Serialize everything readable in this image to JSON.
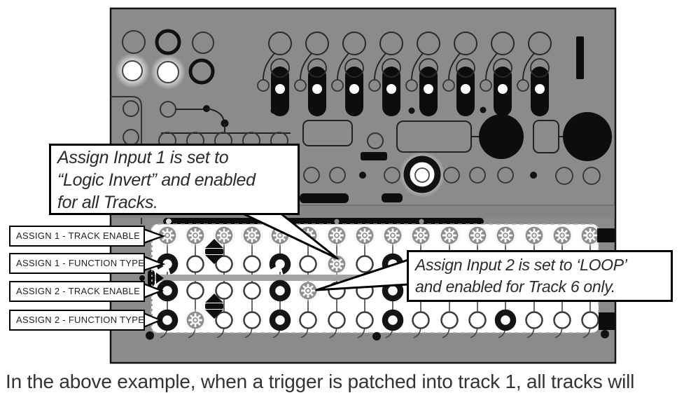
{
  "diagram": {
    "type": "hardware-sequencer-annotated-diagram",
    "callout_1": {
      "line1": "Assign Input 1 is set to",
      "line2": "“Logic Invert” and enabled",
      "line3": "for all Tracks."
    },
    "callout_2": {
      "line1": "Assign Input 2 is set to ‘LOOP’",
      "line2": "and enabled for Track 6 only."
    },
    "row_labels": {
      "assign1_track_enable": "ASSIGN 1 - TRACK ENABLE",
      "assign1_function_type": "ASSIGN 1 - FUNCTION TYPE",
      "assign2_track_enable": "ASSIGN 2 - TRACK ENABLE",
      "assign2_function_type": "ASSIGN 2 - FUNCTION TYPE"
    },
    "caption_partial": "In the above example, when a trigger is patched into track 1, all tracks will",
    "matrix": {
      "columns": 16,
      "rows": [
        {
          "id": "assign1-track-enable",
          "cells": [
            "gear",
            "gear",
            "gear",
            "gear",
            "gear",
            "gear",
            "gear",
            "gear",
            "gear",
            "gear",
            "gear",
            "gear",
            "gear",
            "gear",
            "gear",
            "gear"
          ]
        },
        {
          "id": "assign1-function-type",
          "cells": [
            "ring-open",
            "circle",
            "circle",
            "circle",
            "ring-open",
            "circle",
            "gear",
            "circle",
            "ring-open",
            "circle",
            "circle",
            "circle",
            "ring-open",
            "circle",
            "circle",
            "circle"
          ]
        },
        {
          "id": "assign2-track-enable",
          "cells": [
            "ring",
            "circle",
            "circle",
            "circle",
            "ring",
            "gear",
            "circle",
            "circle",
            "ring",
            "circle",
            "circle",
            "circle",
            "ring",
            "circle",
            "circle",
            "circle"
          ]
        },
        {
          "id": "assign2-function-type",
          "cells": [
            "ring",
            "gear",
            "circle",
            "circle",
            "ring",
            "circle",
            "circle",
            "circle",
            "ring",
            "circle",
            "circle",
            "circle",
            "ring",
            "circle",
            "circle",
            "circle"
          ]
        }
      ]
    },
    "colors": {
      "panel_gray": "#8b8b8b",
      "band_gray": "#858585",
      "divider_gray": "#a3a3a3",
      "strip_white": "#ffffff",
      "ink_black": "#0d0d0d",
      "gear_gray": "#8f8f8f"
    }
  }
}
